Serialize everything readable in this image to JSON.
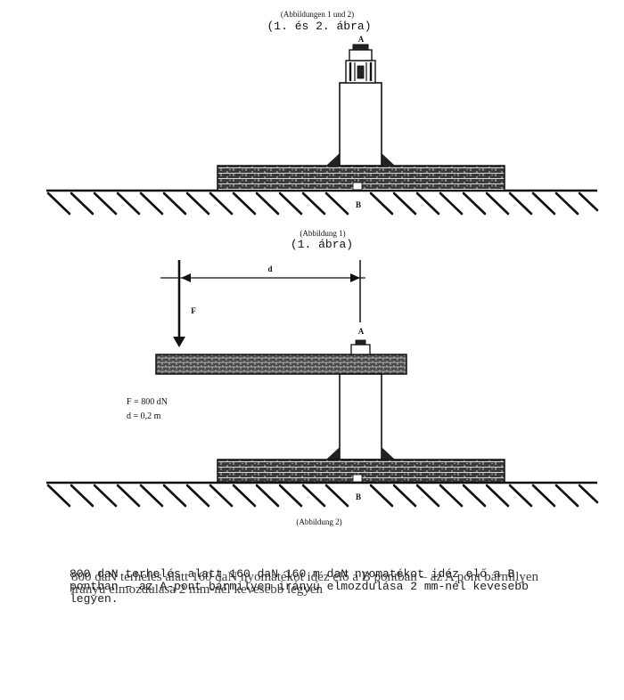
{
  "captions": {
    "top_de": "(Abbildungen 1 und 2)",
    "top_hu": "(1. és 2. ábra)",
    "fig1_de": "(Abbildung 1)",
    "fig1_hu": "(1. ábra)",
    "fig2_de": "(Abbildung 2)"
  },
  "points": {
    "a_fig1": "A",
    "b_fig1": "B",
    "a_fig2": "A",
    "b_fig2": "B"
  },
  "dimensions": {
    "d_label": "d",
    "f_label": "F"
  },
  "parameters": {
    "force": "F = 800 dN",
    "distance": "d = 0,2 m"
  },
  "paragraph": {
    "hungarian": "800 daN terhelés alatt 160 daN 160 m daN nyomatékot idéz elő a B pontban – az A-pont bármilyen irányú elmozdulása 2 mm-nél kevesebb legyen.",
    "overlay": "800 daN terhelés alatt 160 daN nyomatékot idéz elő a B pontban – az A pont bármilyen irányú elmozdulása 2 mm-nél kevesebb legyen"
  }
}
